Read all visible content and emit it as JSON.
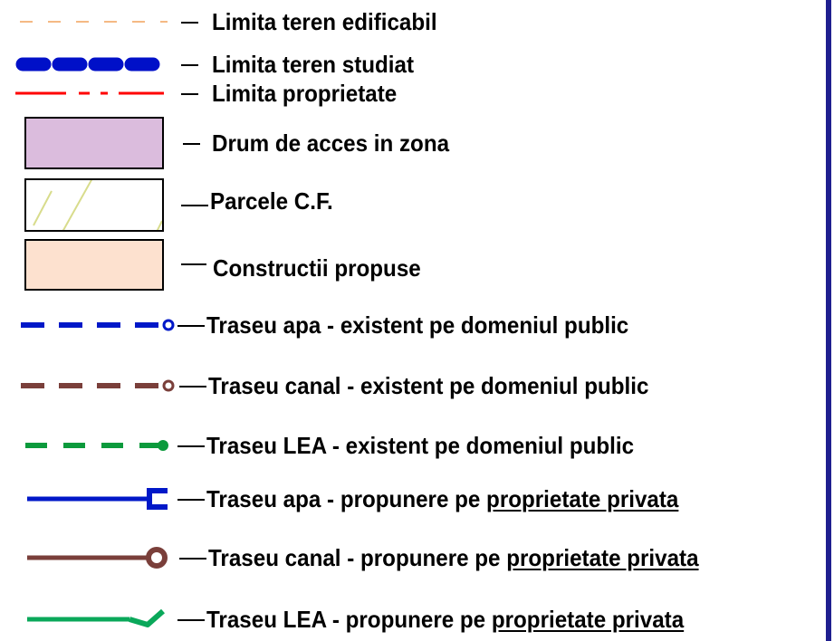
{
  "colors": {
    "orange_dash": "#f2a25c",
    "blue_dash": "#0010c8",
    "red": "#ff0000",
    "purple_fill": "#dbbcdd",
    "hatch": "#d8dc8c",
    "peach_fill": "#fde1cf",
    "water": "#0018c8",
    "sewer": "#7a3f3a",
    "power": "#0c9a3c",
    "power_proposed": "#0aa85a",
    "border": "#1f1f8f"
  },
  "legend": [
    {
      "label": "Limita teren edificabil"
    },
    {
      "label": "Limita  teren studiat"
    },
    {
      "label": "Limita  proprietate"
    },
    {
      "label": "Drum de acces in zona"
    },
    {
      "label": "Parcele  C.F."
    },
    {
      "label": "Constructii  propuse"
    },
    {
      "label": "Traseu apa - existent pe domeniul public"
    },
    {
      "label": "Traseu canal - existent pe domeniul public"
    },
    {
      "label": "Traseu LEA - existent pe domeniul public"
    },
    {
      "label": "Traseu apa - propunere pe ",
      "underlined": "proprietate privata"
    },
    {
      "label": "Traseu canal - propunere pe ",
      "underlined": "proprietate privata"
    },
    {
      "label": "Traseu LEA - propunere pe ",
      "underlined": "proprietate privata"
    }
  ]
}
